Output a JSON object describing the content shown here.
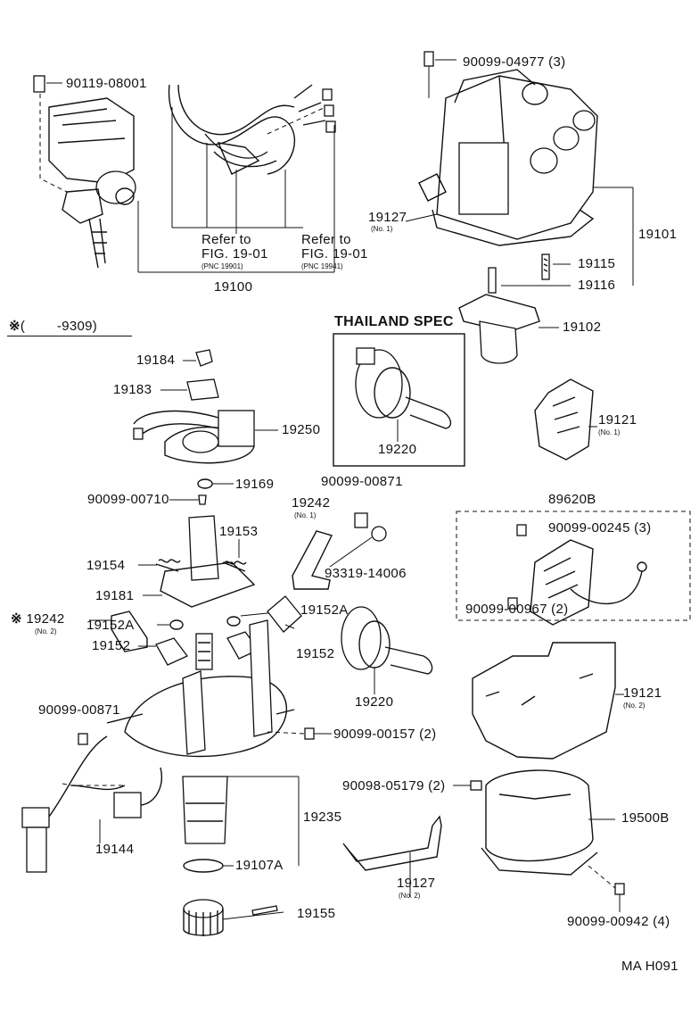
{
  "labels": {
    "p90119_08001": "90119-08001",
    "p90099_04977": "90099-04977 (3)",
    "refer1": "Refer to",
    "fig1": "FIG. 19-01",
    "pnc1": "(PNC 19901)",
    "refer2": "Refer to",
    "fig2": "FIG. 19-01",
    "pnc2": "(PNC 19941)",
    "p19100": "19100",
    "p19127a": "19127",
    "p19127a_no": "(No. 1)",
    "p19101": "19101",
    "p19115": "19115",
    "p19116": "19116",
    "period_mark": "※",
    "period_text": "(        -9309)",
    "thailand": "THAILAND SPEC",
    "p19102": "19102",
    "p19184": "19184",
    "p19183": "19183",
    "p19250": "19250",
    "p19220a": "19220",
    "p19121a": "19121",
    "p19121a_no": "(No. 1)",
    "p19169": "19169",
    "p90099_00710": "90099-00710",
    "p90099_00871a": "90099-00871",
    "p19242a": "19242",
    "p19242a_no": "(No. 1)",
    "p89620b": "89620B",
    "p19153": "19153",
    "p90099_00245": "90099-00245 (3)",
    "p19154": "19154",
    "p93319": "93319-14006",
    "p19181": "19181",
    "p19152a_l": "19152A",
    "p19152a_r": "19152A",
    "p90099_00967": "90099-00967 (2)",
    "p19152_l": "19152",
    "p19152_r": "19152",
    "p19242b": "19242",
    "p19242b_no": "(No. 2)",
    "p19220b": "19220",
    "p90099_00871b": "90099-00871",
    "p19121b": "19121",
    "p19121b_no": "(No. 2)",
    "p90099_00157": "90099-00157 (2)",
    "p90098_05179": "90098-05179 (2)",
    "p19235": "19235",
    "p19500b": "19500B",
    "p19144": "19144",
    "p19107a": "19107A",
    "p19127b": "19127",
    "p19127b_no": "(No. 2)",
    "p90099_00942": "90099-00942 (4)",
    "p19155": "19155",
    "code": "MA H091"
  }
}
